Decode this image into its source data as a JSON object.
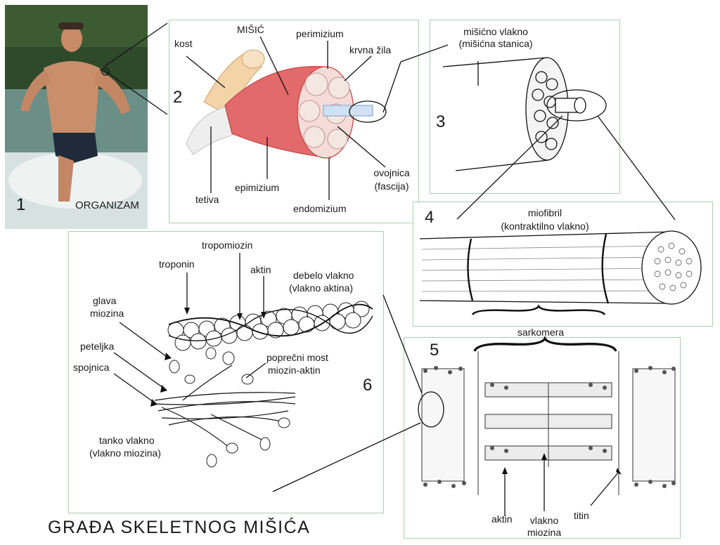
{
  "title": "GRAĐA  SKELETNOG  MIŠIĆA",
  "panel1": {
    "number": "1",
    "caption": "ORGANIZAM"
  },
  "panel2": {
    "number": "2",
    "labels": {
      "kost": "kost",
      "misic": "MIŠIĆ",
      "perimizium": "perimizium",
      "krvna_zila": "krvna žila",
      "tetiva": "tetiva",
      "epimizium": "epimizium",
      "endomizium": "endomizium",
      "ovojnica_1": "ovojnica",
      "ovojnica_2": "(fascija)"
    }
  },
  "panel3": {
    "number": "3",
    "label_1": "mišićno vlakno",
    "label_2": "(mišićna stanica)"
  },
  "panel4": {
    "number": "4",
    "label_1": "miofibril",
    "label_2": "(kontraktilno vlakno)",
    "sarkomera": "sarkomera"
  },
  "panel5": {
    "number": "5",
    "aktin": "aktin",
    "vlakno_1": "vlakno",
    "vlakno_2": "miozina",
    "titin": "titin"
  },
  "panel6": {
    "number": "6",
    "tropomiozin": "tropomiozin",
    "troponin": "troponin",
    "aktin": "aktin",
    "debelo_1": "debelo vlakno",
    "debelo_2": "(vlakno aktina)",
    "glava_1": "glava",
    "glava_2": "miozina",
    "peteljka": "peteljka",
    "spojnica": "spojnica",
    "most_1": "poprečni most",
    "most_2": "miozin-aktin",
    "tanko_1": "tanko vlakno",
    "tanko_2": "(vlakno miozina)"
  },
  "colors": {
    "panel_border": "#a9cfae",
    "muscle": "#e36a6a",
    "water": "#6b8f86",
    "forest": "#2f4a2a"
  }
}
